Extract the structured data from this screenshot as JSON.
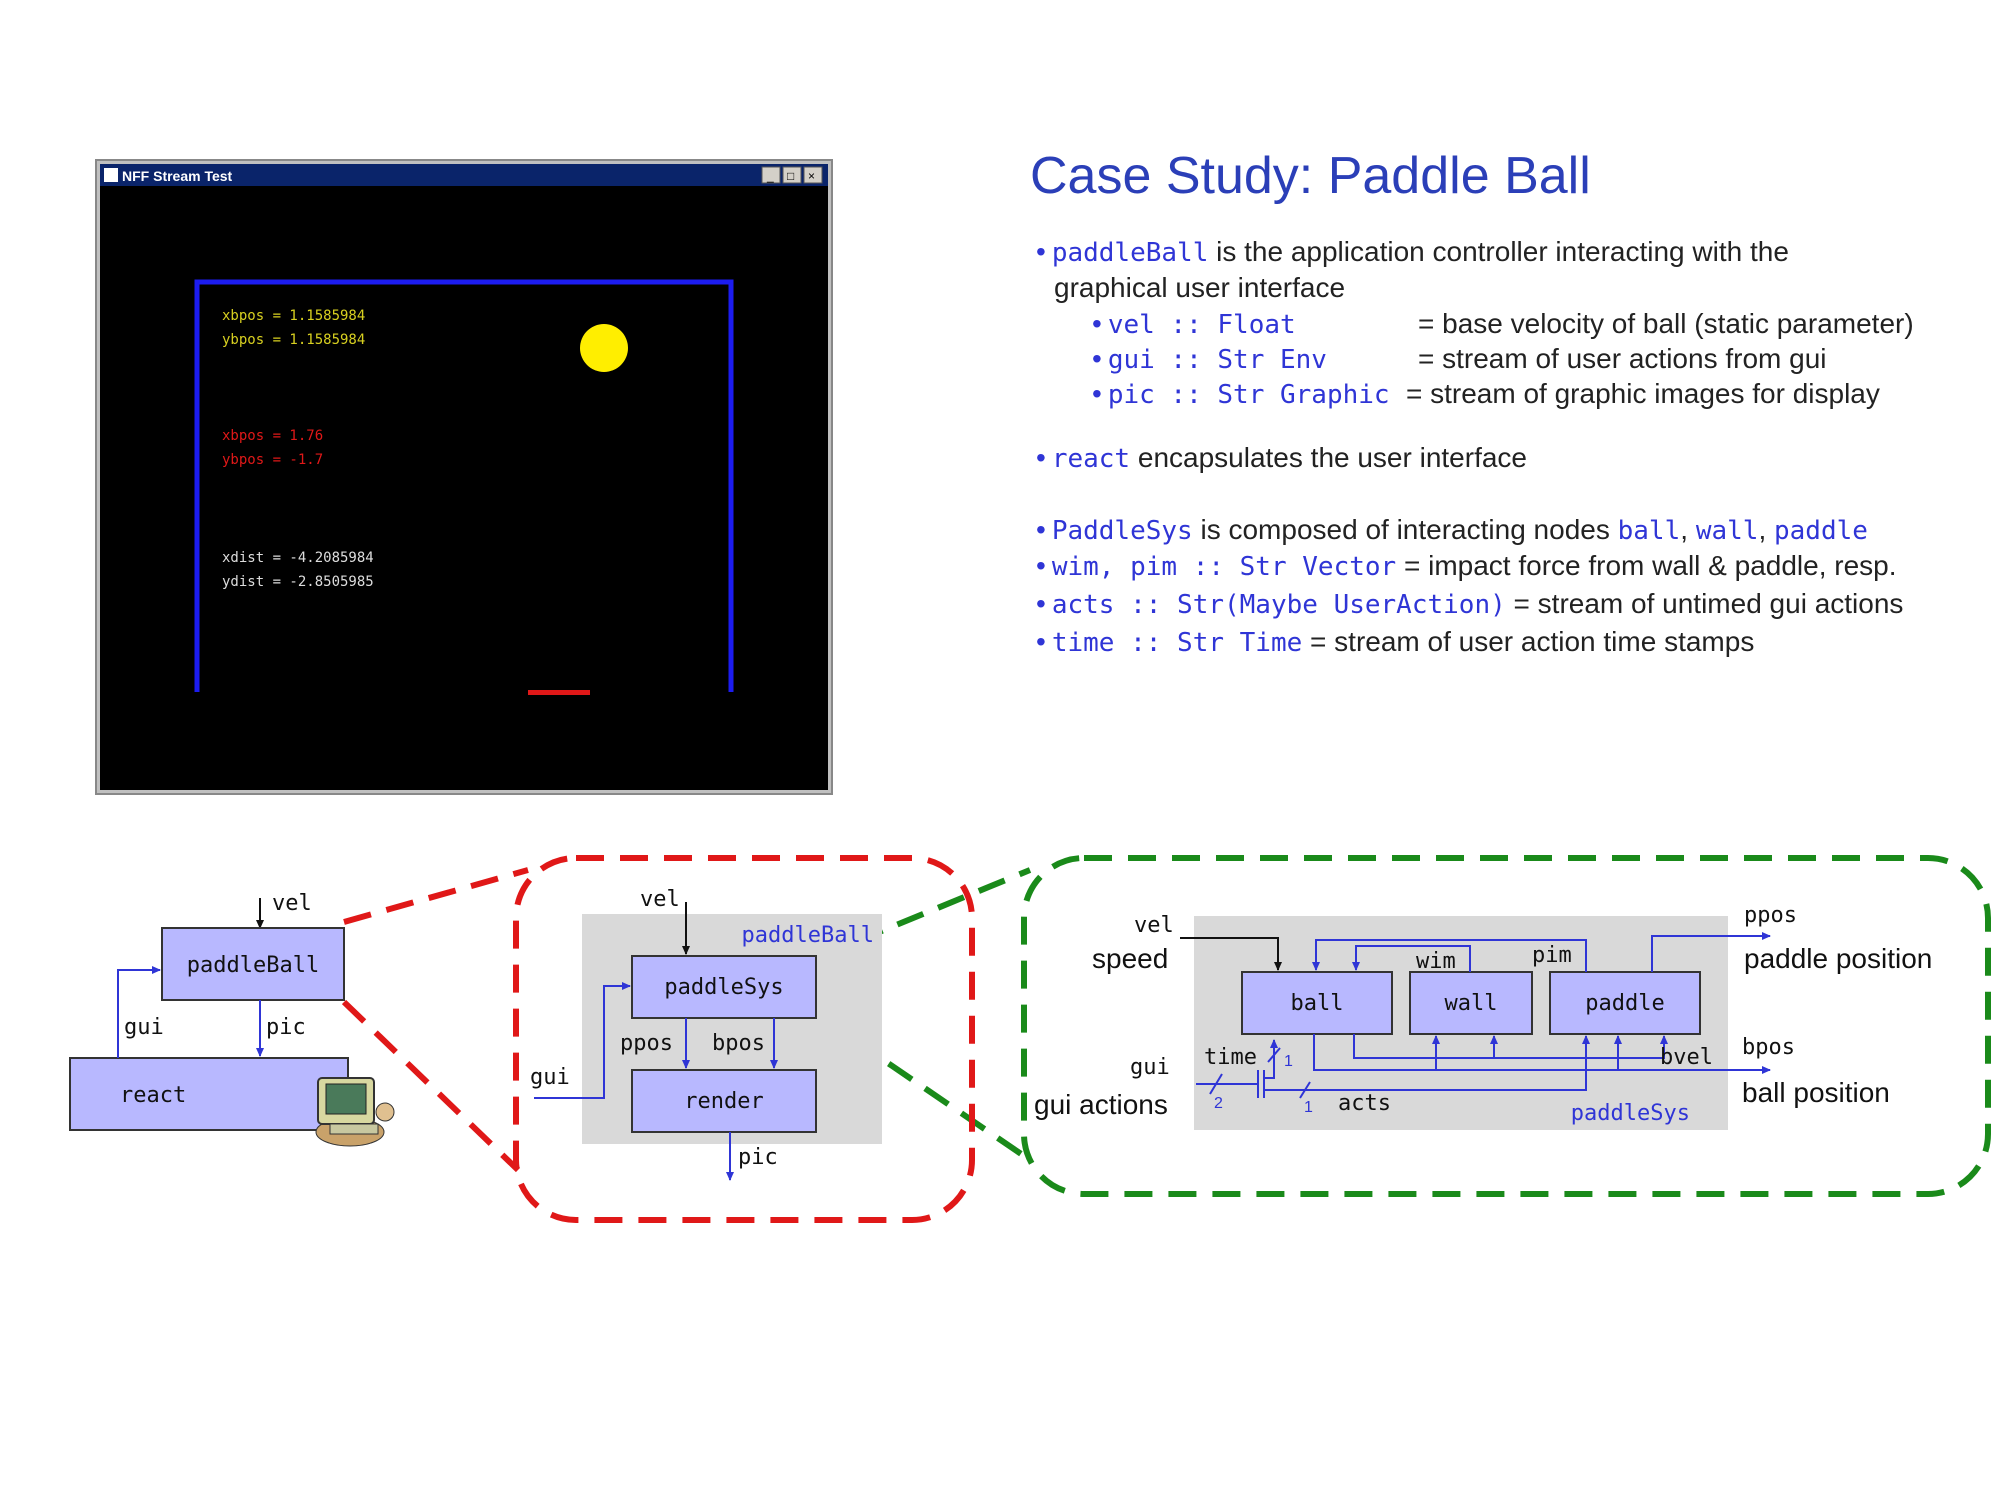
{
  "window": {
    "title": "NFF Stream Test",
    "readouts_yellow": [
      "xbpos = 1.1585984",
      "ybpos = 1.1585984"
    ],
    "readouts_red": [
      "xbpos = 1.76",
      "ybpos = -1.7"
    ],
    "readouts_white": [
      "xdist = -4.2085984",
      "ydist = -2.8505985"
    ],
    "colors": {
      "wall": "#1c1cf0",
      "ball": "#ffee00",
      "paddle": "#e01818",
      "bg": "#000000"
    }
  },
  "slide": {
    "title": "Case Study:  Paddle Ball",
    "b1": {
      "code": "paddleBall",
      "text": " is the application controller interacting with the",
      "cont": "graphical user interface"
    },
    "subs": [
      {
        "code": "vel :: Float",
        "desc": "= base velocity of ball (static parameter)"
      },
      {
        "code": "gui :: Str Env",
        "desc": "= stream of user actions from gui"
      },
      {
        "code": "pic :: Str Graphic",
        "desc": "= stream of graphic images for display"
      }
    ],
    "b2": {
      "code": "react",
      "text": " encapsulates the user interface"
    },
    "b3": {
      "code": "PaddleSys",
      "text": " is composed of interacting nodes ",
      "n1": "ball",
      "n2": "wall",
      "n3": "paddle",
      "sep": ", "
    },
    "b4": {
      "code": "wim, pim :: Str Vector",
      "text": " = impact force from wall & paddle, resp."
    },
    "b5": {
      "code": "acts :: Str(Maybe UserAction)",
      "text": " = stream of untimed gui actions"
    },
    "b6": {
      "code": "time :: Str Time",
      "text": " = stream of user action time stamps"
    }
  },
  "diagram1": {
    "top": "paddleBall",
    "bottom": "react",
    "vel": "vel",
    "gui": "gui",
    "pic": "pic"
  },
  "diagram2": {
    "container": "paddleBall",
    "sys": "paddleSys",
    "render": "render",
    "vel": "vel",
    "gui": "gui",
    "ppos": "ppos",
    "bpos": "bpos",
    "pic": "pic"
  },
  "diagram3": {
    "container": "paddleSys",
    "ball": "ball",
    "wall": "wall",
    "paddle": "paddle",
    "vel": "vel",
    "speed": "speed",
    "gui": "gui",
    "gui_actions": "gui actions",
    "time": "time",
    "acts": "acts",
    "wim": "wim",
    "pim": "pim",
    "bvel": "bvel",
    "ppos": "ppos",
    "paddle_position": "paddle position",
    "bpos": "bpos",
    "ball_position": "ball position",
    "sub2": "2",
    "sub1a": "1",
    "sub1b": "1"
  }
}
